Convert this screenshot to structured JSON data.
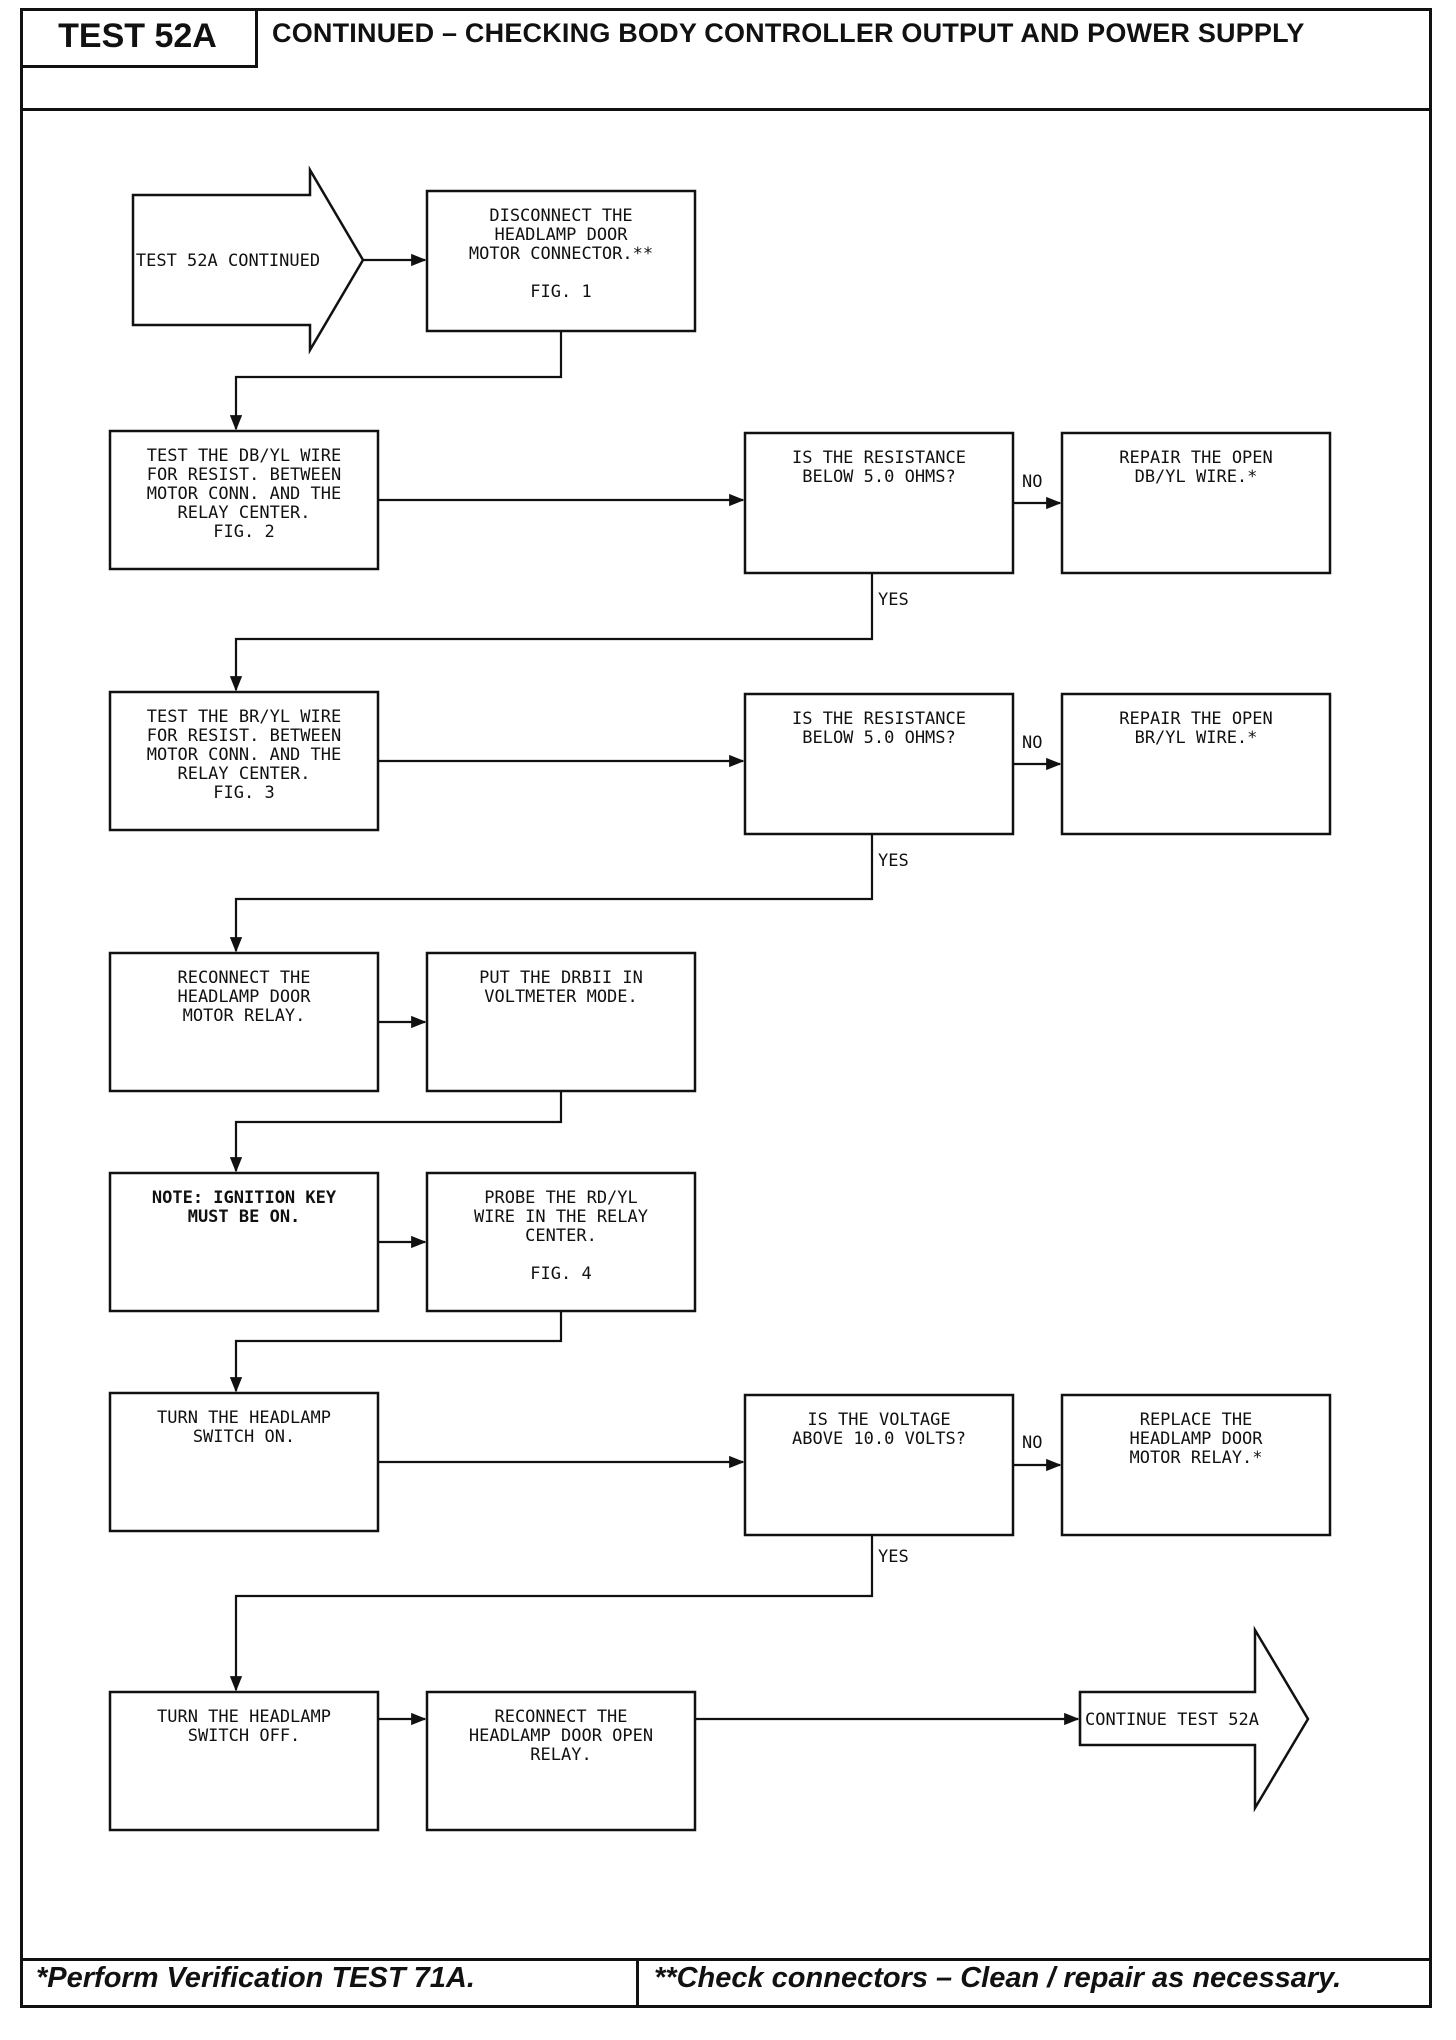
{
  "header": {
    "test_id": "TEST 52A",
    "title": "CONTINUED – CHECKING BODY CONTROLLER OUTPUT AND POWER SUPPLY"
  },
  "flowchart": {
    "start_arrow": "TEST 52A CONTINUED",
    "end_arrow": "CONTINUE TEST 52A",
    "boxes": {
      "disconnect": [
        "DISCONNECT THE",
        "HEADLAMP DOOR",
        "MOTOR CONNECTOR.**",
        "",
        "FIG. 1"
      ],
      "test_dbyl": [
        "TEST THE DB/YL WIRE",
        "FOR RESIST. BETWEEN",
        "MOTOR CONN. AND THE",
        "RELAY CENTER.",
        "FIG. 2"
      ],
      "q_res1": [
        "IS THE RESISTANCE",
        "BELOW 5.0 OHMS?"
      ],
      "repair_dbyl": [
        "REPAIR THE OPEN",
        "DB/YL WIRE.*"
      ],
      "test_bryl": [
        "TEST THE BR/YL WIRE",
        "FOR RESIST. BETWEEN",
        "MOTOR CONN. AND THE",
        "RELAY CENTER.",
        "FIG. 3"
      ],
      "q_res2": [
        "IS THE RESISTANCE",
        "BELOW 5.0 OHMS?"
      ],
      "repair_bryl": [
        "REPAIR THE OPEN",
        "BR/YL WIRE.*"
      ],
      "reconnect_relay": [
        "RECONNECT THE",
        "HEADLAMP DOOR",
        "MOTOR RELAY."
      ],
      "drbii": [
        "PUT THE DRBII IN",
        "VOLTMETER MODE."
      ],
      "note": [
        "NOTE: IGNITION KEY",
        "MUST BE ON."
      ],
      "probe": [
        "PROBE THE RD/YL",
        "WIRE IN THE RELAY",
        "CENTER.",
        "",
        "FIG. 4"
      ],
      "switch_on": [
        "TURN THE HEADLAMP",
        "SWITCH ON."
      ],
      "q_volt": [
        "IS THE VOLTAGE",
        "ABOVE 10.0 VOLTS?"
      ],
      "replace_relay": [
        "REPLACE THE",
        "HEADLAMP DOOR",
        "MOTOR RELAY.*"
      ],
      "switch_off": [
        "TURN THE HEADLAMP",
        "SWITCH OFF."
      ],
      "reconnect_open": [
        "RECONNECT THE",
        "HEADLAMP DOOR OPEN",
        "RELAY."
      ]
    },
    "labels": {
      "no": "NO",
      "yes": "YES"
    }
  },
  "footer": {
    "left": "*Perform Verification TEST 71A.",
    "right": "**Check connectors – Clean / repair as necessary."
  }
}
